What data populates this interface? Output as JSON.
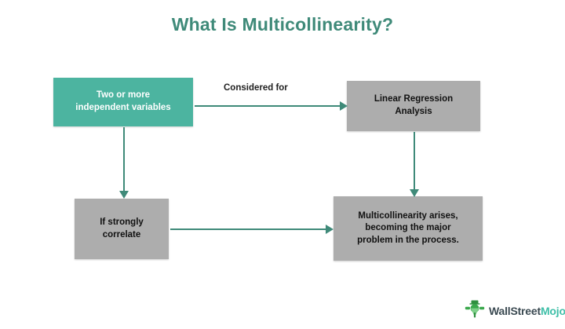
{
  "page": {
    "title": "What Is Multicollinearity?",
    "background_color": "#ffffff",
    "title_color": "#3f8a79"
  },
  "palette": {
    "green": "#4cb4a0",
    "gray": "#adadad",
    "arrow": "#3f8a79",
    "text_dark": "#111111",
    "text_light": "#ffffff"
  },
  "diagram": {
    "nodes": [
      {
        "id": "independent-variables",
        "lines": [
          "Two or more",
          "independent variables"
        ],
        "fill": "#4cb4a0",
        "text_color": "#ffffff"
      },
      {
        "id": "linear-regression",
        "lines": [
          "Linear Regression",
          "Analysis"
        ],
        "fill": "#adadad",
        "text_color": "#111111"
      },
      {
        "id": "if-strongly-correlate",
        "lines": [
          "If strongly",
          "correlate"
        ],
        "fill": "#adadad",
        "text_color": "#111111"
      },
      {
        "id": "multicollinearity-arises",
        "lines": [
          "Multicollinearity arises,",
          "becoming the major",
          "problem in the process."
        ],
        "fill": "#adadad",
        "text_color": "#111111"
      }
    ],
    "edges": [
      {
        "id": "independent-to-regression",
        "label": "Considered for",
        "direction": "right"
      },
      {
        "id": "independent-to-correlate",
        "label": "",
        "direction": "down"
      },
      {
        "id": "regression-to-multicollinearity",
        "label": "",
        "direction": "down"
      },
      {
        "id": "correlate-to-multicollinearity",
        "label": "",
        "direction": "right"
      }
    ]
  },
  "brand": {
    "name_part1": "WallStreet",
    "name_part2": "Mojo",
    "icon": "wallstreetmojo-logo-icon",
    "color_part1": "#3b4a52",
    "color_part2": "#3fbfa8"
  }
}
